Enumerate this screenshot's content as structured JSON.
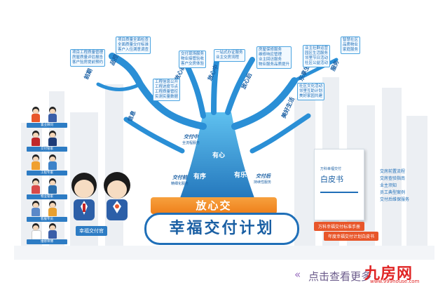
{
  "banner": {
    "top": "放心交",
    "main": "幸福交付计划"
  },
  "officer_tag": "幸福交付官",
  "hubs": {
    "peace": "有心",
    "comfort": "有序",
    "joy": "有乐"
  },
  "stages": [
    {
      "title": "交付前",
      "sub": "精细化服务"
    },
    {
      "title": "交付中",
      "sub": "全流程服务"
    },
    {
      "title": "交付后",
      "sub": "持续性服务"
    }
  ],
  "branches": [
    {
      "label": "前期"
    },
    {
      "label": "品控"
    },
    {
      "label": "信息"
    },
    {
      "label": "放心前"
    },
    {
      "label": "放心中"
    },
    {
      "label": "放心后"
    },
    {
      "label": "美好生活"
    },
    {
      "label": "乐享生活"
    },
    {
      "label": "服务"
    }
  ],
  "leaf_groups": [
    {
      "lines": [
        "项目工程质量管理",
        "房屋质量评估报告",
        "客户验房提前预约"
      ]
    },
    {
      "lines": [
        "项目质量全面检查",
        "全面质量交付标准",
        "客户入住满意调查"
      ]
    },
    {
      "lines": [
        "工程信息公开",
        "工程进度节点",
        "工程质量管控",
        "实测实量数据"
      ]
    },
    {
      "lines": [
        "交付现场服务",
        "物业接管验收",
        "客户交房体验"
      ]
    },
    {
      "lines": [
        "一站式办证服务",
        "业主交房流程"
      ]
    },
    {
      "lines": [
        "房屋保修服务",
        "维修响应管理",
        "业主回访服务",
        "物业服务品质提升"
      ]
    },
    {
      "lines": [
        "社区文化活动",
        "邻里互助计划",
        "美好家园共建"
      ]
    },
    {
      "lines": [
        "业主社群运营",
        "园区生活服务",
        "邻里节日活动",
        "社区公益活动"
      ]
    },
    {
      "lines": [
        "智慧社区",
        "品质物业",
        "家庭服务"
      ]
    }
  ],
  "characters": [
    {
      "caption": "置业顾问"
    },
    {
      "caption": "交付管家"
    },
    {
      "caption": "工程专家"
    },
    {
      "caption": "物业管家"
    },
    {
      "caption": "客服专员"
    },
    {
      "caption": "维修师傅"
    }
  ],
  "book": {
    "subtitle": "万科幸福交付",
    "title": "白皮书"
  },
  "whitepaper_items": [
    "交房前置流程",
    "交房查验指南",
    "业主须知",
    "员工典型案例",
    "交付后维保服务"
  ],
  "ribbons": [
    "万科幸福交付标准手册",
    "年度幸福交付计划白皮书"
  ],
  "footer": {
    "link_text": "点击查看更多"
  },
  "watermark": {
    "brand": "九房网",
    "url": "www.999house.com"
  },
  "colors": {
    "primary": "#1f6fb8",
    "orange": "#ee7f1a",
    "tree": "#2a8fd6"
  }
}
